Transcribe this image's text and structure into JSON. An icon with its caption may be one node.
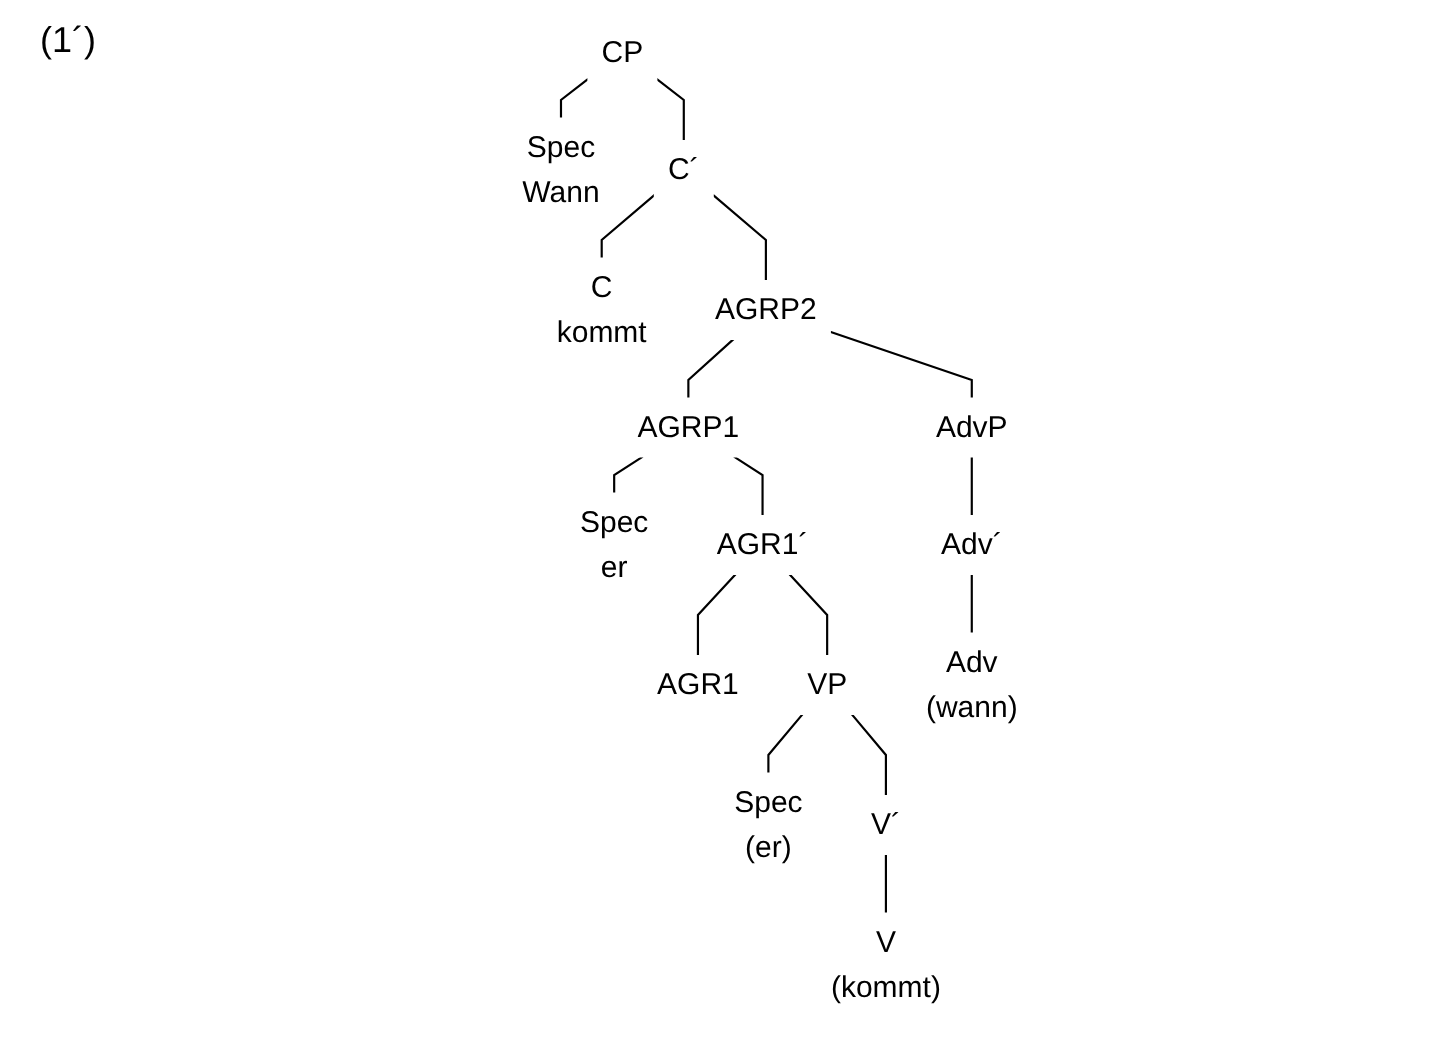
{
  "diagram": {
    "nodes": [
      {
        "text": [
          "CP"
        ]
      },
      {
        "text": [
          "Spec",
          "Wann"
        ]
      },
      {
        "text": [
          "C´"
        ]
      },
      {
        "text": [
          "C",
          "kommt"
        ]
      },
      {
        "text": [
          "AGRP2"
        ]
      },
      {
        "text": [
          "AGRP1"
        ]
      },
      {
        "text": [
          "AdvP"
        ]
      },
      {
        "text": [
          "Spec",
          "er"
        ]
      },
      {
        "text": [
          "AGR1´"
        ]
      },
      {
        "text": [
          "Adv´"
        ]
      },
      {
        "text": [
          "AGR1"
        ]
      },
      {
        "text": [
          "VP"
        ]
      },
      {
        "text": [
          "Spec",
          "(er)"
        ]
      },
      {
        "text": [
          "V´"
        ]
      },
      {
        "text": [
          "V",
          "(kommt)"
        ]
      },
      {
        "text": [
          "Adv",
          "(wann)"
        ]
      }
    ],
    "edges": [
      {
        "from": 0,
        "to": 1,
        "arrow": "none"
      },
      {
        "from": 0,
        "to": 2,
        "arrow": "none"
      },
      {
        "from": 2,
        "to": 3,
        "arrow": "none"
      },
      {
        "from": 2,
        "to": 4,
        "arrow": "none"
      },
      {
        "from": 4,
        "to": 5,
        "arrow": "none"
      },
      {
        "from": 4,
        "to": 6,
        "arrow": "none"
      },
      {
        "from": 5,
        "to": 7,
        "arrow": "none"
      },
      {
        "from": 5,
        "to": 8,
        "arrow": "none"
      },
      {
        "from": 6,
        "to": 9,
        "arrow": "none"
      },
      {
        "from": 8,
        "to": 10,
        "arrow": "none"
      },
      {
        "from": 8,
        "to": 11,
        "arrow": "none"
      },
      {
        "from": 9,
        "to": 15,
        "arrow": "none"
      },
      {
        "from": 11,
        "to": 12,
        "arrow": "none"
      },
      {
        "from": 11,
        "to": 13,
        "arrow": "none"
      },
      {
        "from": 13,
        "to": 14,
        "arrow": "none"
      }
    ],
    "labels": [
      "(1´)"
    ]
  }
}
